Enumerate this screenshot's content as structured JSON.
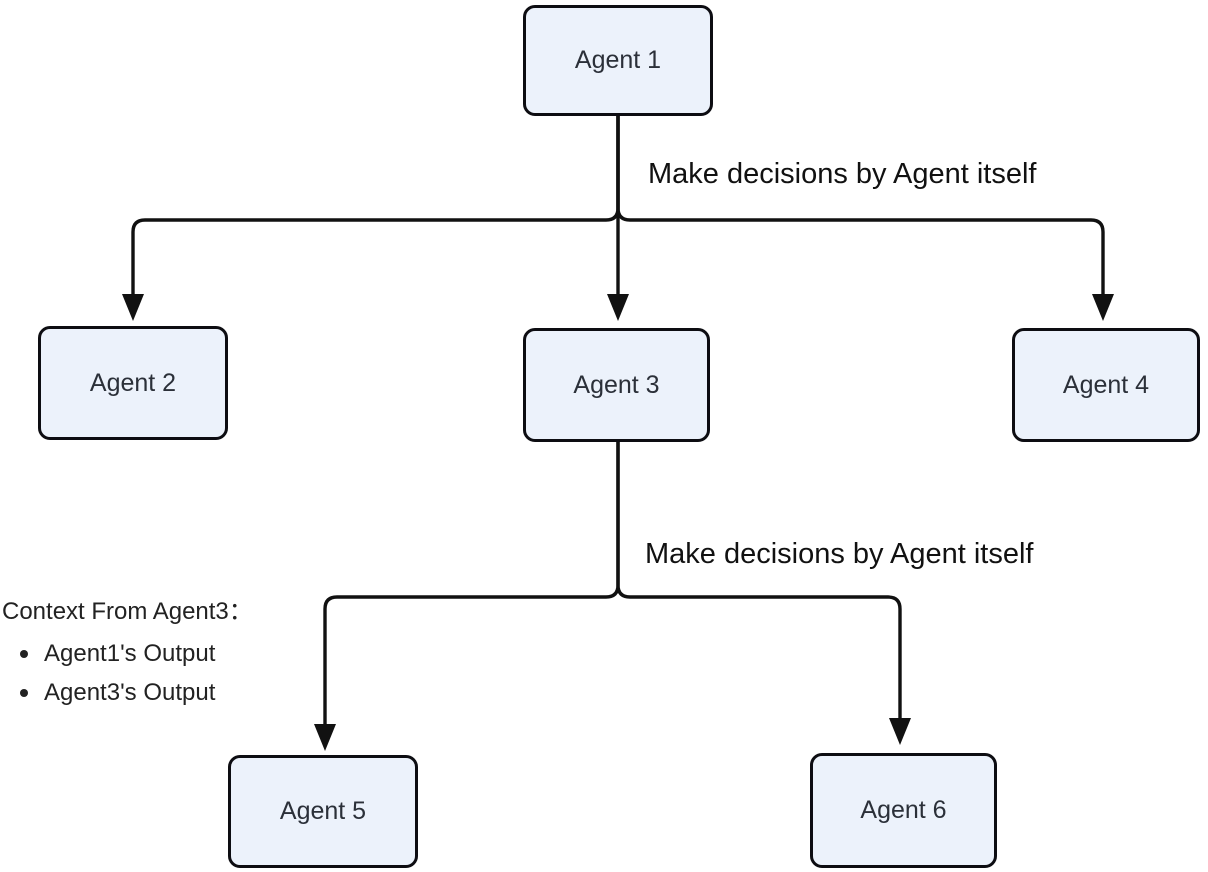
{
  "diagram": {
    "type": "flowchart",
    "background_color": "#ffffff",
    "node_fill_color": "#ECF2FB",
    "node_border_color": "#0d0d12",
    "node_text_color": "#2b3039",
    "connector_color": "#111111",
    "nodes": [
      {
        "id": "agent-1",
        "label": "Agent 1"
      },
      {
        "id": "agent-2",
        "label": "Agent 2"
      },
      {
        "id": "agent-3",
        "label": "Agent 3"
      },
      {
        "id": "agent-4",
        "label": "Agent 4"
      },
      {
        "id": "agent-5",
        "label": "Agent 5"
      },
      {
        "id": "agent-6",
        "label": "Agent 6"
      }
    ],
    "edges": [
      {
        "from": "agent-1",
        "to": "agent-2"
      },
      {
        "from": "agent-1",
        "to": "agent-3"
      },
      {
        "from": "agent-1",
        "to": "agent-4"
      },
      {
        "from": "agent-3",
        "to": "agent-5"
      },
      {
        "from": "agent-3",
        "to": "agent-6"
      }
    ],
    "edge_labels": [
      {
        "text": "Make decisions by Agent itself"
      },
      {
        "text": "Make decisions by Agent itself"
      }
    ],
    "context_note": {
      "heading": "Context From Agent3：",
      "items": [
        "Agent1's Output",
        "Agent3's Output"
      ]
    }
  }
}
